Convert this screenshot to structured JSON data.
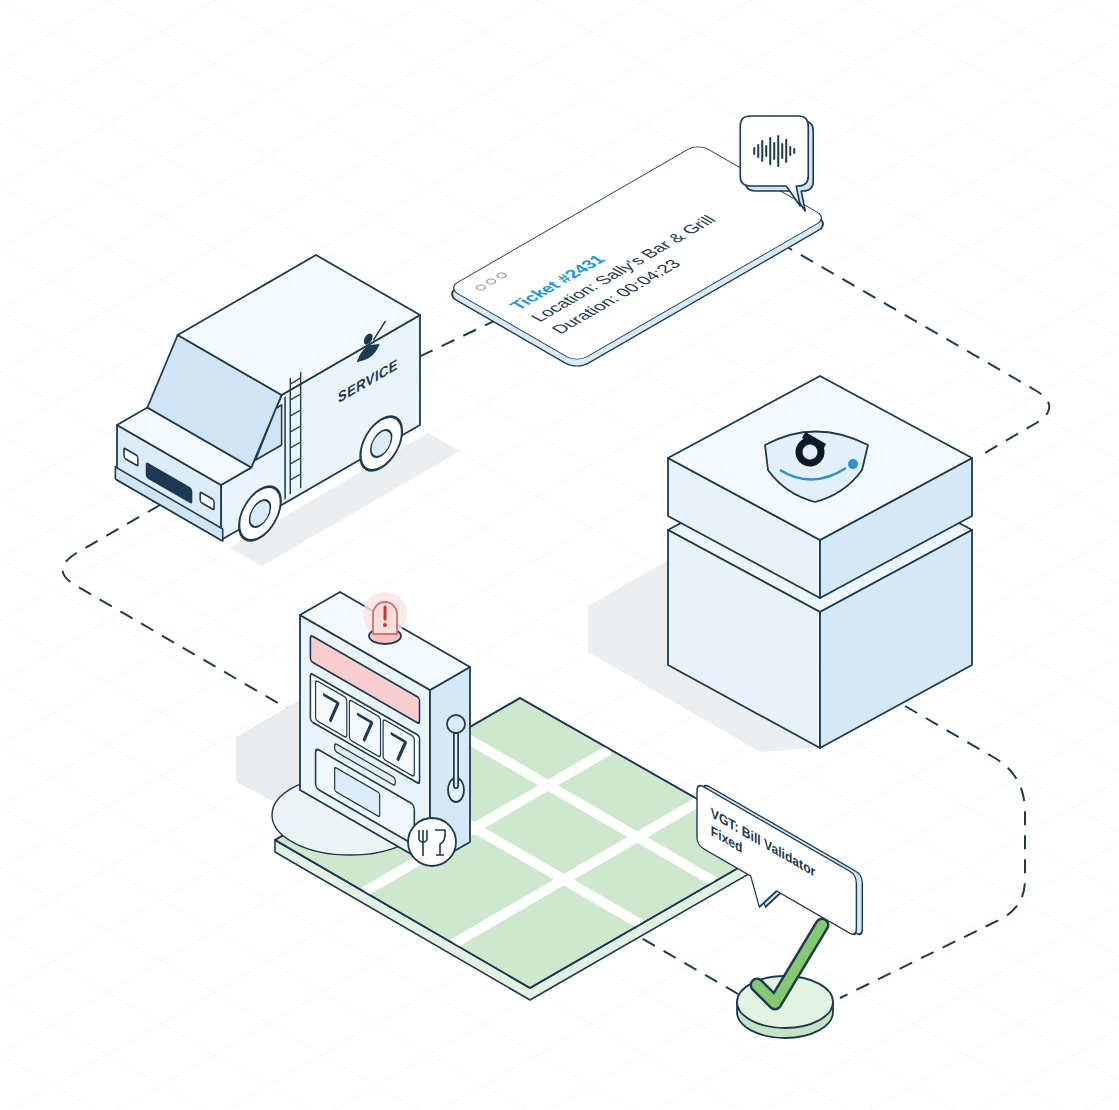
{
  "diagram": {
    "nodes": [
      {
        "text": [
          "Ticket #2431",
          "Location: Sally's Bar & Grill",
          "Duration: 00:04:23"
        ]
      },
      {
        "text": [
          "SERVICE"
        ]
      },
      {
        "text": [
          "VGT: Bill Validator Fixed"
        ]
      }
    ],
    "edges": [
      {
        "from": 1,
        "to": 0,
        "arrow": "none"
      }
    ]
  }
}
